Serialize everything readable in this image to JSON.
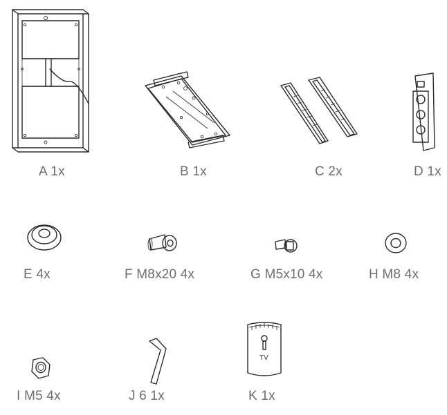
{
  "parts": [
    {
      "id": "A",
      "label": "A 1x"
    },
    {
      "id": "B",
      "label": "B 1x"
    },
    {
      "id": "C",
      "label": "C 2x"
    },
    {
      "id": "D",
      "label": "D 1x"
    },
    {
      "id": "E",
      "label": "E 4x"
    },
    {
      "id": "F",
      "label": "F M8x20 4x"
    },
    {
      "id": "G",
      "label": "G M5x10 4x"
    },
    {
      "id": "H",
      "label": "H M8 4x"
    },
    {
      "id": "I",
      "label": "I M5 4x"
    },
    {
      "id": "J",
      "label": "J 6 1x"
    },
    {
      "id": "K",
      "label": "K 1x"
    }
  ],
  "k_plate_text": "TV",
  "colors": {
    "line": "#2a2a2a",
    "label": "#6d6d6d",
    "background": "#ffffff"
  }
}
